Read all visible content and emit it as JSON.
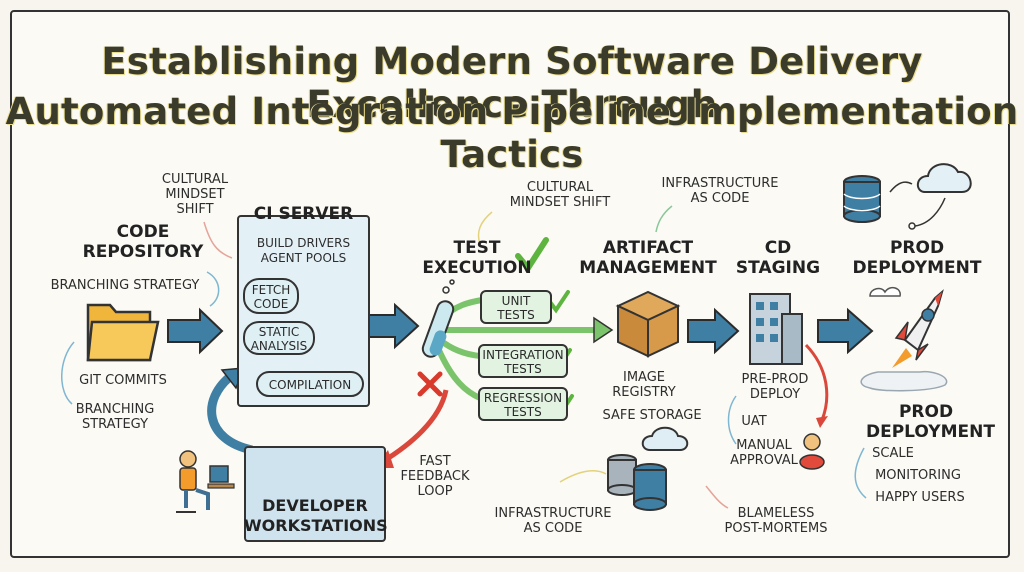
{
  "title": {
    "line1": "Establishing Modern Software Delivery Excellence Through",
    "line2": "Automated Integration Pipeline Implementation Tactics"
  },
  "repo": {
    "heading": "CODE\nREPOSITORY",
    "branching_top": "BRANCHING STRATEGY",
    "git_commits": "GIT COMMITS",
    "branching_bottom": "BRANCHING\nSTRATEGY"
  },
  "culture_left": "CULTURAL\nMINDSET\nSHIFT",
  "ci": {
    "heading": "CI SERVER",
    "build": "BUILD DRIVERS\nAGENT POOLS",
    "fetch": "FETCH\nCODE",
    "static": "STATIC\nANALYSIS",
    "compile": "COMPILATION"
  },
  "tests": {
    "culture": "CULTURAL\nMINDSET SHIFT",
    "heading": "TEST\nEXECUTION",
    "unit": "UNIT\nTESTS",
    "integration": "INTEGRATION\nTESTS",
    "regression": "REGRESSION\nTESTS"
  },
  "feedback": "FAST\nFEEDBACK\nLOOP",
  "developer": "DEVELOPER\nWORKSTATIONS",
  "artifact": {
    "iac_top": "INFRASTRUCTURE\nAS CODE",
    "heading": "ARTIFACT\nMANAGEMENT",
    "registry": "IMAGE\nREGISTRY",
    "storage": "SAFE STORAGE"
  },
  "bottom": {
    "iac": "INFRASTRUCTURE\nAS CODE",
    "postmortems": "BLAMELESS\nPOST-MORTEMS"
  },
  "staging": {
    "heading": "CD\nSTAGING",
    "preprod": "PRE-PROD\nDEPLOY",
    "uat": "UAT",
    "manual": "MANUAL\nAPPROVAL"
  },
  "prod": {
    "heading_top": "PROD\nDEPLOYMENT",
    "heading": "PROD\nDEPLOYMENT",
    "scale": "SCALE",
    "monitoring": "MONITORING",
    "happy": "HAPPY USERS"
  },
  "colors": {
    "arrow_blue": "#3f7fa3",
    "arrow_green": "#7cc46b",
    "check_green": "#5db43f",
    "cross_red": "#d93a2b",
    "feedback_red": "#d9483a",
    "ci_box": "#e3f1f6",
    "dev_box": "#cfe3ee"
  }
}
